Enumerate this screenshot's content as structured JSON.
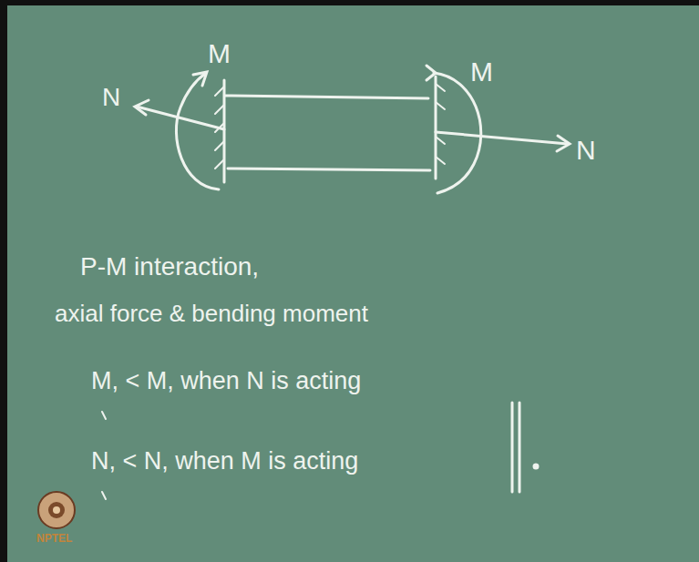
{
  "diagram": {
    "labels": [
      "M",
      "M",
      "N",
      "N",
      "P-M interaction,",
      "axial force & bending moment",
      "M, < M, when N is acting",
      "N, < N, when M is acting",
      "NPTEL"
    ]
  }
}
